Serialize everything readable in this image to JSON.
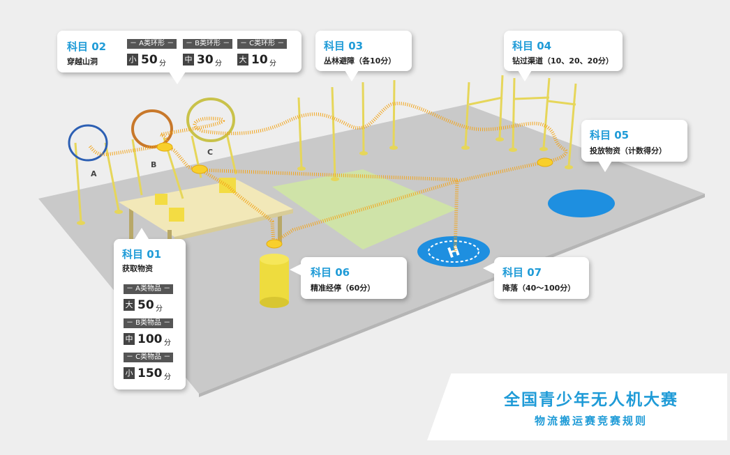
{
  "rings": [
    {
      "label": "A",
      "color": "#2c5fb3"
    },
    {
      "label": "B",
      "color": "#c8782a"
    },
    {
      "label": "C",
      "color": "#c9c24a"
    }
  ],
  "subjects": {
    "s01": {
      "title": "科目 01",
      "name": "获取物资",
      "items": [
        {
          "tag": "－ A类物品 －",
          "size": "大",
          "score": "50",
          "unit": "分"
        },
        {
          "tag": "－ B类物品 －",
          "size": "中",
          "score": "100",
          "unit": "分"
        },
        {
          "tag": "－ C类物品 －",
          "size": "小",
          "score": "150",
          "unit": "分"
        }
      ]
    },
    "s02": {
      "title": "科目 02",
      "name": "穿越山洞",
      "items": [
        {
          "tag": "－ A类环形 －",
          "size": "小",
          "score": "50",
          "unit": "分"
        },
        {
          "tag": "－ B类环形 －",
          "size": "中",
          "score": "30",
          "unit": "分"
        },
        {
          "tag": "－ C类环形 －",
          "size": "大",
          "score": "10",
          "unit": "分"
        }
      ]
    },
    "s03": {
      "title": "科目 03",
      "name": "丛林避障（各10分）"
    },
    "s04": {
      "title": "科目 04",
      "name": "钻过渠道（10、20、20分）"
    },
    "s05": {
      "title": "科目 05",
      "name": "投放物资（计数得分）"
    },
    "s06": {
      "title": "科目 06",
      "name": "精准经停（60分）"
    },
    "s07": {
      "title": "科目 07",
      "name": "降落（40～100分）"
    }
  },
  "helipad_letter": "H",
  "banner": {
    "title": "全国青少年无人机大赛",
    "subtitle": "物流搬运赛竞赛规则"
  },
  "colors": {
    "accent": "#1f9bd7",
    "path": "#f2a51c",
    "pole": "#e6d65a",
    "floor": "#c9c9c9",
    "green_zone": "#cfe3a8",
    "drop_zone": "#1e8fe0"
  }
}
